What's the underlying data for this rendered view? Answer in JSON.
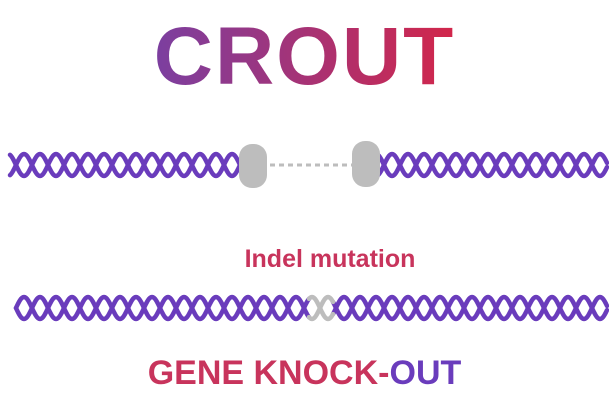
{
  "title": "CROUT",
  "indel_label": "Indel mutation",
  "outcome": {
    "main": "GENE KNOCK-",
    "tail": "OUT"
  },
  "colors": {
    "dna": "#6a3cbc",
    "cut_end": "#bdbdbd",
    "label": "#c8345c",
    "outcome_main": "#c8345c",
    "outcome_tail": "#6a3cbc",
    "title_start": "#7b3fa0",
    "title_end": "#d2264a"
  },
  "icons": {
    "top_strand": "cut-dna-strand",
    "bottom_strand": "repaired-dna-strand"
  }
}
